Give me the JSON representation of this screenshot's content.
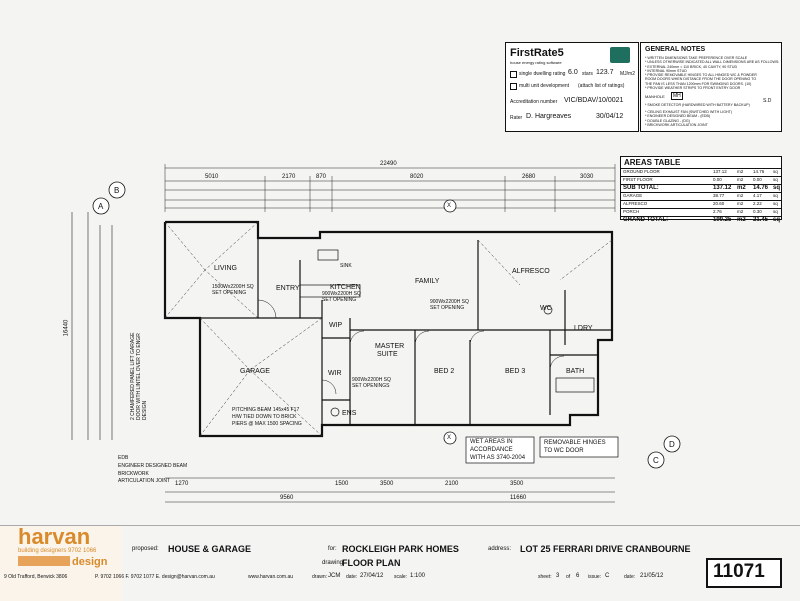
{
  "firstrate": {
    "logo": "FirstRate5",
    "logo_sub": "house energy rating software",
    "single_label": "single dwelling rating",
    "rating": "6.0",
    "stars_label": "stars",
    "mj": "123.7",
    "mj_unit": "MJ/m2",
    "multi_label": "multi unit development",
    "multi_note": "(attach list of ratings)",
    "accred_label": "Accreditation number",
    "accred": "VIC/BDAV/10/0021",
    "rater_label": "Rater",
    "rater": "D. Hargreaves",
    "date": "30/04/12"
  },
  "general_notes": {
    "title": "GENERAL NOTES",
    "lines": [
      "* WRITTEN DIMENSIONS TAKE PREFERENCE OVER SCALE",
      "* UNLESS OTHERWISE INDICATED ALL WALL DIMENSIONS ARE AS FOLLOWS:",
      "* EXTERNAL 240mm = 110 BRICK, 40 CAVITY, 90 STUD",
      "* INTERNAL 90mm STUD",
      "* PROVIDE REMOVABLE HINGES TO ALL HINGED WC & POWDER",
      "ROOM DOORS WHEN DISTANCE FROM THE DOOR OPENING TO",
      "THE PAN IS LESS THAN 1200mm FOR SWINGING DOORS. (10)",
      "* PROVIDE WEATHER STRIPS TO FRONT ENTRY DOOR"
    ],
    "manhole": "MANHOLE",
    "mh": "MH",
    "smoke": "* SMOKE DETECTOR (HARDWIRED WITH BATTERY BACKUP)",
    "sd": "S.D",
    "legend": [
      "* CEILING EXHAUST FAN (SWITCHED WITH LIGHT)",
      "* ENGINEER DESIGNED BEAM - (EDB)",
      "* DOUBLE GLAZING - (DG)",
      "* BRICKWORK ARTICULATION JOINT"
    ]
  },
  "areas": {
    "title": "AREAS TABLE",
    "rows": [
      {
        "label": "GROUND FLOOR",
        "m2": "137.12",
        "unit": "m2",
        "sq": "14.76",
        "sqlab": "sq",
        "bold": false
      },
      {
        "label": "FIRST FLOOR",
        "m2": "0.00",
        "unit": "m2",
        "sq": "0.00",
        "sqlab": "sq",
        "bold": false
      },
      {
        "label": "SUB TOTAL:",
        "m2": "137.12",
        "unit": "m2",
        "sq": "14.76",
        "sqlab": "sq",
        "bold": true
      },
      {
        "label": "GARAGE",
        "m2": "38.77",
        "unit": "m2",
        "sq": "4.17",
        "sqlab": "sq",
        "bold": false
      },
      {
        "label": "ALFRESCO",
        "m2": "20.60",
        "unit": "m2",
        "sq": "2.22",
        "sqlab": "sq",
        "bold": false
      },
      {
        "label": "PORCH",
        "m2": "2.76",
        "unit": "m2",
        "sq": "0.30",
        "sqlab": "sq",
        "bold": false
      },
      {
        "label": "GRAND TOTAL:",
        "m2": "199.25",
        "unit": "m2",
        "sq": "21.45",
        "sqlab": "sq",
        "bold": true
      }
    ]
  },
  "rooms": {
    "living": "LIVING",
    "entry": "ENTRY",
    "kitchen": "KITCHEN",
    "family": "FAMILY",
    "alfresco": "ALFRESCO",
    "garage": "GARAGE",
    "master": "MASTER",
    "suite": "SUITE",
    "wip": "WIP",
    "wir": "WIR",
    "ens": "ENS",
    "bed2": "BED 2",
    "bed3": "BED 3",
    "bath": "BATH",
    "ldry": "LDRY",
    "wc": "WC"
  },
  "plan_notes": {
    "set1": "1500Wx2200H SQ",
    "set1b": "SET OPENING",
    "set2": "900Wx2200H SQ",
    "set2b": "SET OPENING",
    "set3": "900Wx2200H SQ",
    "set3b": "SET OPENINGS",
    "set4": "900Wx2200H SQ",
    "set4b": "SET OPENING",
    "sink": "SINK",
    "pitching": "PITCHING BEAM 145x45 F17",
    "pitching2": "H/W TIED DOWN TO BRICK",
    "pitching3": "PIERS @ MAX 1500 SPACING",
    "garage_door": "2 CHAMFERED PANEL LIFT GARAGE DOOR WITH LINTEL OVER TO ENGR DESIGN",
    "wet1": "WET AREAS IN",
    "wet2": "ACCORDANCE",
    "wet3": "WITH AS 3740-2004",
    "hinge1": "REMOVABLE HINGES",
    "hinge2": "TO WC DOOR",
    "edb": "EDB",
    "edb_note": "ENGINEER DESIGNED BEAM",
    "brickwork": "BRICKWORK",
    "artic": "ARTICULATION JOINT",
    "overall_top": "22490",
    "overall_bottom1": "9560",
    "overall_bottom2": "11660",
    "top_dims": [
      "5010",
      "2170",
      "870",
      "8020",
      "2680",
      "3030"
    ],
    "bottom_dims": [
      "1270",
      "1500",
      "3500",
      "2100",
      "3500"
    ],
    "left_dim": "16440",
    "markers": [
      "A",
      "B",
      "C",
      "D",
      "X",
      "X"
    ]
  },
  "title_block": {
    "firm1": "harvan",
    "firm2": "building designers 9702 1066",
    "firm3": "design",
    "address": "9 Old Trafford, Berwick 3806",
    "phone": "P. 9702 1066 F. 9702 1077 E. design@harvan.com.au",
    "web": "www.harvan.com.au",
    "proposed_label": "proposed:",
    "proposed": "HOUSE & GARAGE",
    "for_label": "for:",
    "for": "ROCKLEIGH PARK HOMES",
    "address_label": "address:",
    "site": "LOT 25 FERRARI DRIVE CRANBOURNE",
    "drawing_label": "drawing:",
    "drawing": "FLOOR PLAN",
    "drawn_label": "drawn:",
    "drawn": "JCM",
    "date_label": "date:",
    "date": "27/04/12",
    "scale_label": "scale:",
    "scale": "1:100",
    "sheet_label": "sheet:",
    "sheet": "3",
    "of_label": "of",
    "of": "6",
    "issue_label": "issue:",
    "issue": "C",
    "date2_label": "date:",
    "date2": "21/05/12",
    "job": "11071"
  }
}
